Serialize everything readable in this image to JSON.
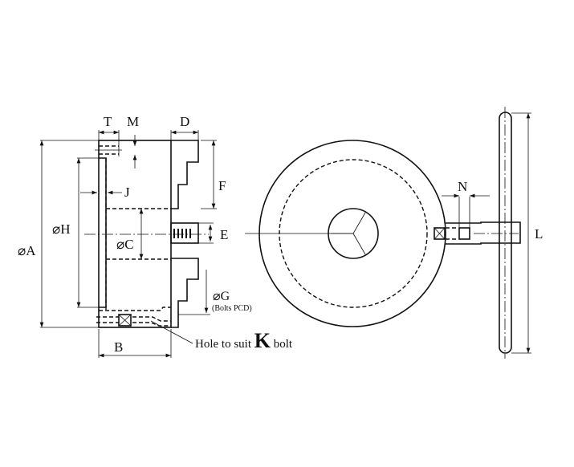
{
  "labels": {
    "T": "T",
    "M": "M",
    "D": "D",
    "F": "F",
    "J": "J",
    "H": "⌀H",
    "C": "⌀C",
    "E": "E",
    "A": "⌀A",
    "G": "⌀G",
    "bolts_pcd": "(Bolts PCD)",
    "B": "B",
    "hole_prefix": "Hole to suit ",
    "hole_K": "K",
    "hole_suffix": " bolt",
    "N": "N",
    "L": "L"
  },
  "colors": {
    "line": "#111111",
    "background": "#ffffff"
  }
}
